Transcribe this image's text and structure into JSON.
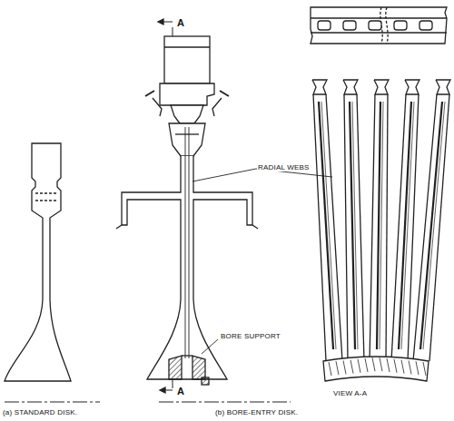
{
  "diagram": {
    "labels": [
      "A",
      "A",
      "RADIAL WEBS",
      "BORE SUPPORT",
      "VIEW A-A",
      "(a) STANDARD DISK.",
      "(b) BORE-ENTRY DISK."
    ]
  }
}
